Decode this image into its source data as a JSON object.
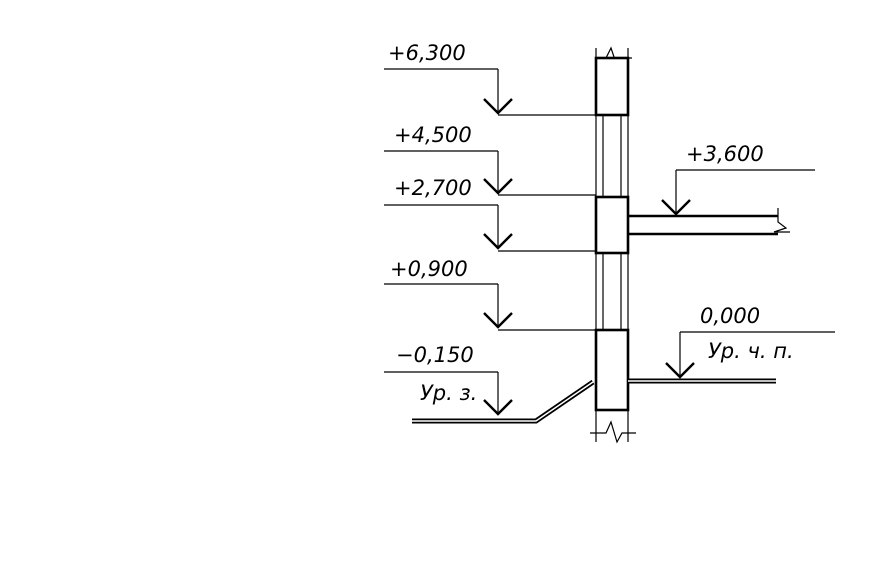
{
  "levels": {
    "l6300": "+6,300",
    "l4500": "+4,500",
    "l2700": "+2,700",
    "l0900": "+0,900",
    "lm0150": "−0,150",
    "l3600": "+3,600",
    "l0000": "0,000"
  },
  "notes": {
    "ground": "Ур. з.",
    "floor": "Ур. ч. п."
  },
  "colors": {
    "line": "#000000",
    "background": "#ffffff"
  }
}
